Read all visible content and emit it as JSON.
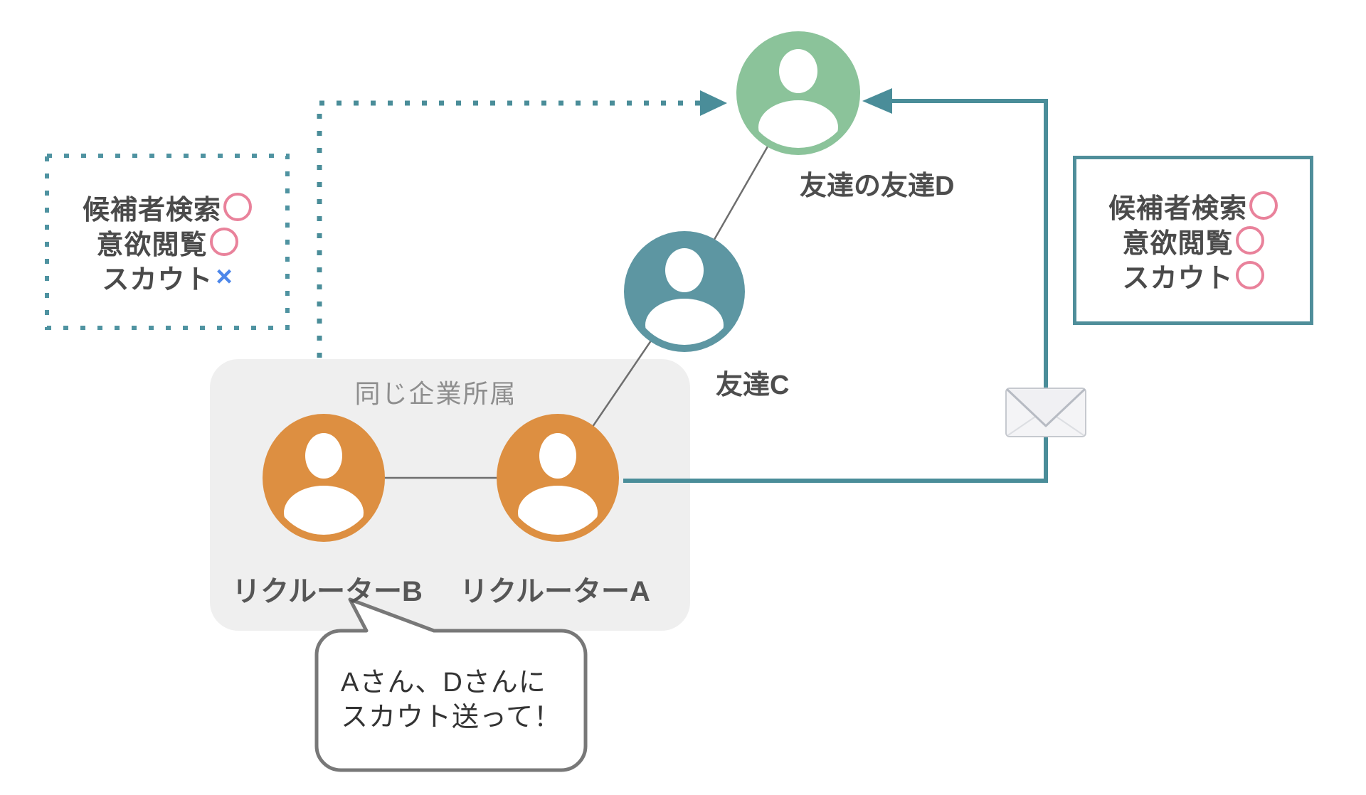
{
  "diagram": {
    "company_group": {
      "label": "同じ企業所属"
    },
    "people": {
      "recruiter_b": {
        "label": "リクルーターB",
        "color": "#dd8f41"
      },
      "recruiter_a": {
        "label": "リクルーターA",
        "color": "#dd8f41"
      },
      "friend_c": {
        "label": "友達C",
        "color": "#5d96a2"
      },
      "friend_d": {
        "label": "友達の友達D",
        "color": "#8bc39a"
      }
    },
    "left_permission_box": {
      "border_style": "dotted",
      "items": [
        {
          "label": "候補者検索",
          "mark": "○",
          "mark_type": "allowed"
        },
        {
          "label": "意欲閲覧",
          "mark": "○",
          "mark_type": "allowed"
        },
        {
          "label": "スカウト",
          "mark": "×",
          "mark_type": "denied"
        }
      ]
    },
    "right_permission_box": {
      "border_style": "solid",
      "items": [
        {
          "label": "候補者検索",
          "mark": "○",
          "mark_type": "allowed"
        },
        {
          "label": "意欲閲覧",
          "mark": "○",
          "mark_type": "allowed"
        },
        {
          "label": "スカウト",
          "mark": "○",
          "mark_type": "allowed"
        }
      ]
    },
    "speech_bubble": {
      "speaker": "リクルーターB",
      "line1": "Aさん、Dさんに",
      "line2": "スカウト送って！"
    },
    "icons": {
      "envelope": "envelope-icon",
      "person": "person-avatar-icon",
      "allowed": "circle-outline-mark",
      "denied": "cross-mark"
    },
    "colors": {
      "teal_line": "#4a8d99",
      "teal_border": "#4f8e9a",
      "dotted_box_border": "#4f93a1",
      "orange_person": "#dd8f41",
      "teal_person": "#5d96a2",
      "green_person": "#8bc39a",
      "group_box_fill": "#efefef",
      "allowed_pink": "#e9829b",
      "denied_blue": "#4d87ea",
      "connector_gray": "#6e6e6e",
      "bubble_border": "#787878"
    }
  }
}
